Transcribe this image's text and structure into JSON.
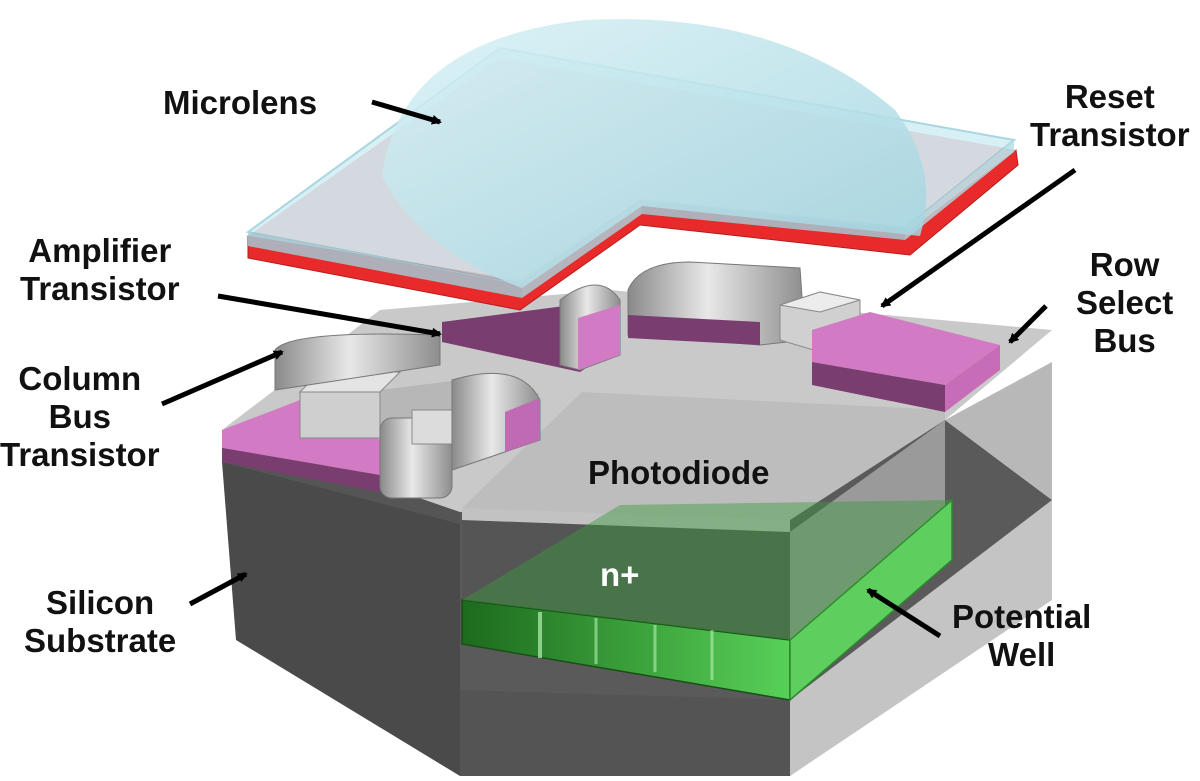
{
  "labels": {
    "microlens": [
      "Microlens"
    ],
    "reset_transistor": [
      "Reset",
      "Transistor"
    ],
    "amplifier_transistor": [
      "Amplifier",
      "Transistor"
    ],
    "row_select_bus": [
      "Row",
      "Select",
      "Bus"
    ],
    "column_bus_transistor": [
      "Column",
      "Bus",
      "Transistor"
    ],
    "photodiode": "Photodiode",
    "n_plus": "n+",
    "silicon_substrate": [
      "Silicon",
      "Substrate"
    ],
    "potential_well": [
      "Potential",
      "Well"
    ]
  },
  "colors": {
    "lens": "#bfe6ee",
    "filter_red": "#e82a2a",
    "filter_pink": "#f2a3a3",
    "metal_pink": "#d27ac4",
    "metal_dark": "#7a3d70",
    "gray_light": "#c8c8c8",
    "gray_dark": "#505050",
    "well_green": "#4fc44f",
    "arrow": "#000000"
  }
}
